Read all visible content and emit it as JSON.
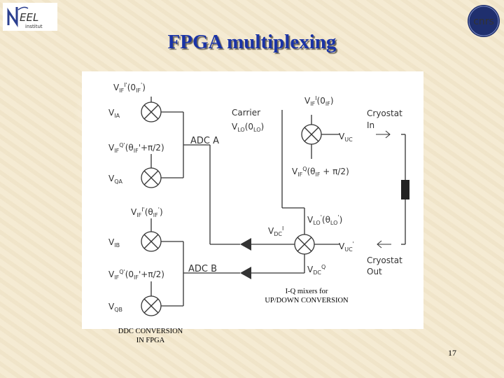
{
  "slide": {
    "title": "FPGA multiplexing",
    "page_number": "17",
    "logo_left_text": "NEEL institut",
    "logo_right_text": "cnrs"
  },
  "captions": {
    "iq_line1": "I-Q mixers for",
    "iq_line2": "UP/DOWN CONVERSION",
    "ddc_line1": "DDC CONVERSION",
    "ddc_line2": "IN FPGA"
  },
  "diagram": {
    "adc_a": "ADC A",
    "adc_b": "ADC B",
    "carrier": "Carrier",
    "vlo": "V",
    "cryostat_in_1": "Cryostat",
    "cryostat_in_2": "In",
    "cryostat_out_1": "Cryostat",
    "cryostat_out_2": "Out",
    "left_labels": {
      "via": "V",
      "vqa": "V",
      "vib": "V",
      "vqb": "V",
      "vif_i_0": "V",
      "vif_q_0": "V",
      "vif_i_1": "V",
      "vif_q_1": "V"
    }
  },
  "colors": {
    "title": "#1a33a6",
    "line": "#333333",
    "resistor": "#222222"
  }
}
